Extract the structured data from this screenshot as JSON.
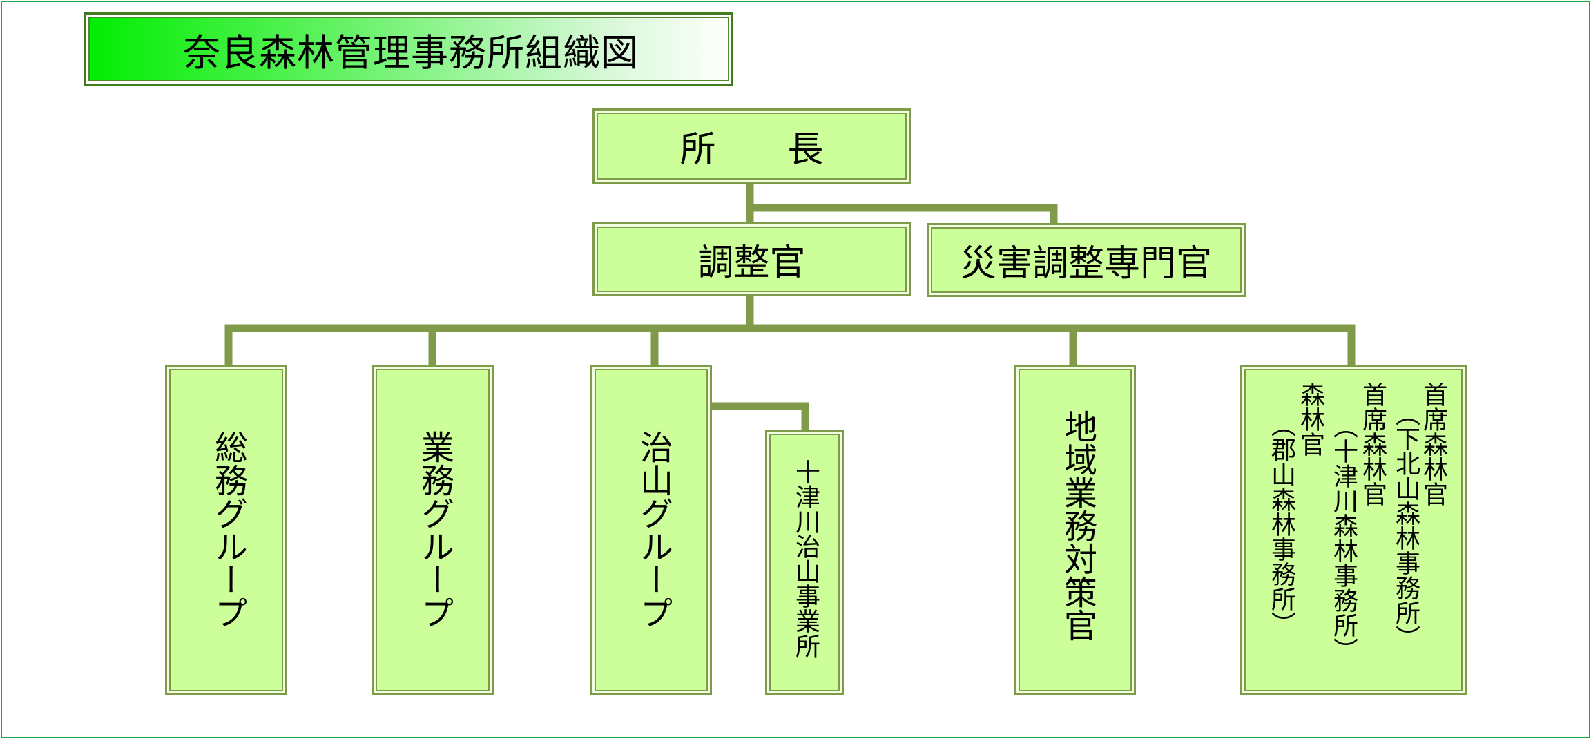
{
  "title": "奈良森林管理事務所組織図",
  "colors": {
    "box_fill": "#ccff99",
    "line": "#7f9b4a",
    "frame": "#1aa84a"
  },
  "director": "所　　長",
  "coordinator": "調整官",
  "disaster_officer": "災害調整専門官",
  "groups": {
    "general_affairs": "総務グループ",
    "operations": "業務グループ",
    "erosion_control": "治山グループ",
    "totsukawa_office": "十津川治山事業所",
    "regional_affairs": "地域業務対策官"
  },
  "forest_officers": {
    "shimokitayama_title": "首席森林官",
    "shimokitayama_office": "（下北山森林事務所）",
    "totsukawa_title": "首席森林官",
    "totsukawa_office": "（十津川森林事務所）",
    "koriyama_title": "森林官",
    "koriyama_office": "（郡山森林事務所）"
  }
}
